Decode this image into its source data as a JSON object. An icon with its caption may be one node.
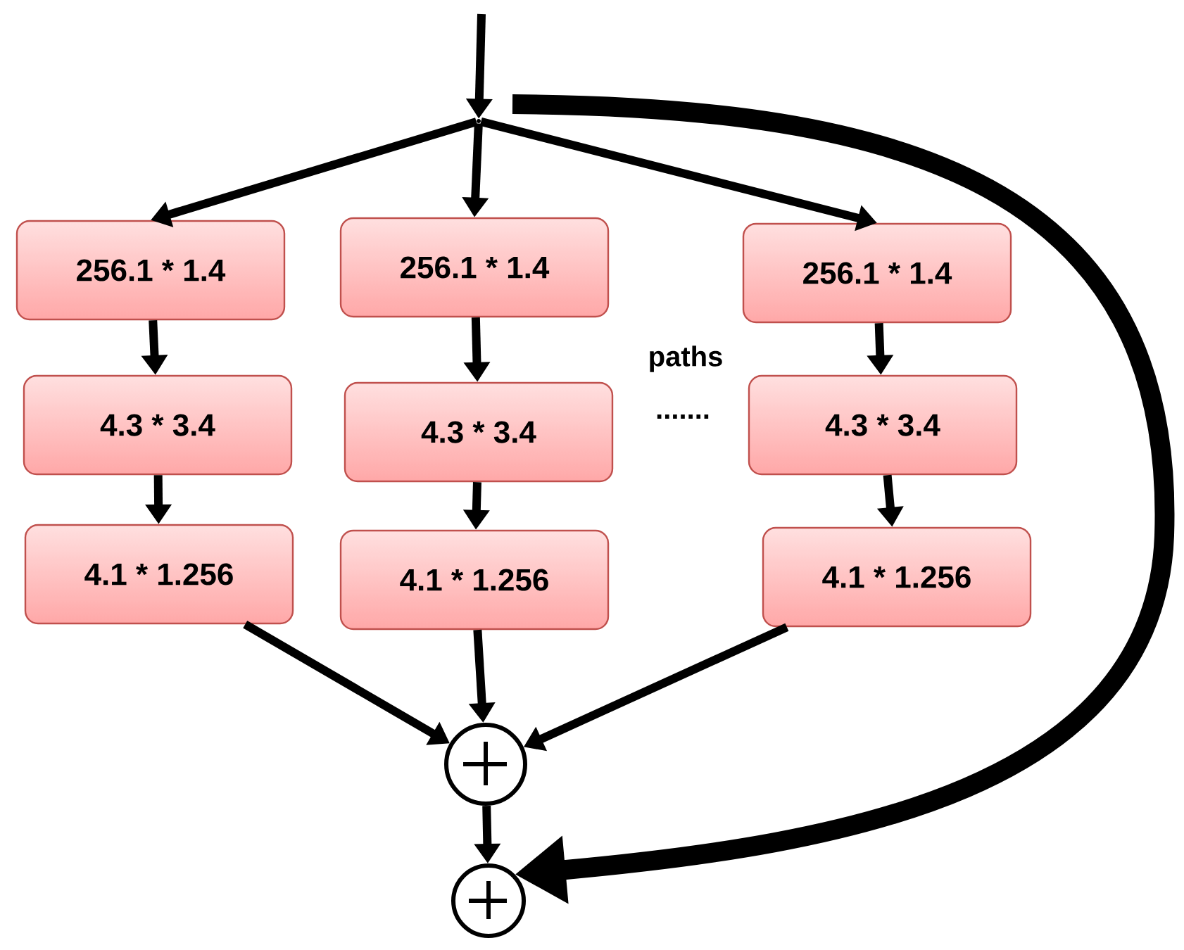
{
  "diagram": {
    "nodes": [
      {
        "text": [],
        "shape": "point"
      },
      {
        "text": [
          "256.1 * 1.4"
        ]
      },
      {
        "text": [
          "4.3 * 3.4"
        ]
      },
      {
        "text": [
          "4.1 * 1.256"
        ]
      },
      {
        "text": [
          "256.1 * 1.4"
        ]
      },
      {
        "text": [
          "4.3 * 3.4"
        ]
      },
      {
        "text": [
          "4.1 * 1.256"
        ]
      },
      {
        "text": [
          "256.1 * 1.4"
        ]
      },
      {
        "text": [
          "4.3 * 3.4"
        ]
      },
      {
        "text": [
          "4.1 * 1.256"
        ]
      },
      {
        "text": [],
        "shape": "circle"
      },
      {
        "text": [],
        "shape": "circle"
      }
    ],
    "edges": [
      {
        "from": null,
        "to": 0,
        "arrow": "to"
      },
      {
        "from": 0,
        "to": 1,
        "arrow": "to"
      },
      {
        "from": 0,
        "to": 4,
        "arrow": "to"
      },
      {
        "from": 0,
        "to": 7,
        "arrow": "to"
      },
      {
        "from": 1,
        "to": 2,
        "arrow": "to"
      },
      {
        "from": 2,
        "to": 3,
        "arrow": "to"
      },
      {
        "from": 4,
        "to": 5,
        "arrow": "to"
      },
      {
        "from": 5,
        "to": 6,
        "arrow": "to"
      },
      {
        "from": 7,
        "to": 8,
        "arrow": "to"
      },
      {
        "from": 8,
        "to": 9,
        "arrow": "to"
      },
      {
        "from": 3,
        "to": 10,
        "arrow": "to"
      },
      {
        "from": 6,
        "to": 10,
        "arrow": "to"
      },
      {
        "from": 9,
        "to": 10,
        "arrow": "to"
      },
      {
        "from": 10,
        "to": 11,
        "arrow": "to"
      },
      {
        "from": 0,
        "to": 11,
        "arrow": "to",
        "style": "thick"
      }
    ],
    "labels": [
      "paths",
      "......."
    ]
  }
}
